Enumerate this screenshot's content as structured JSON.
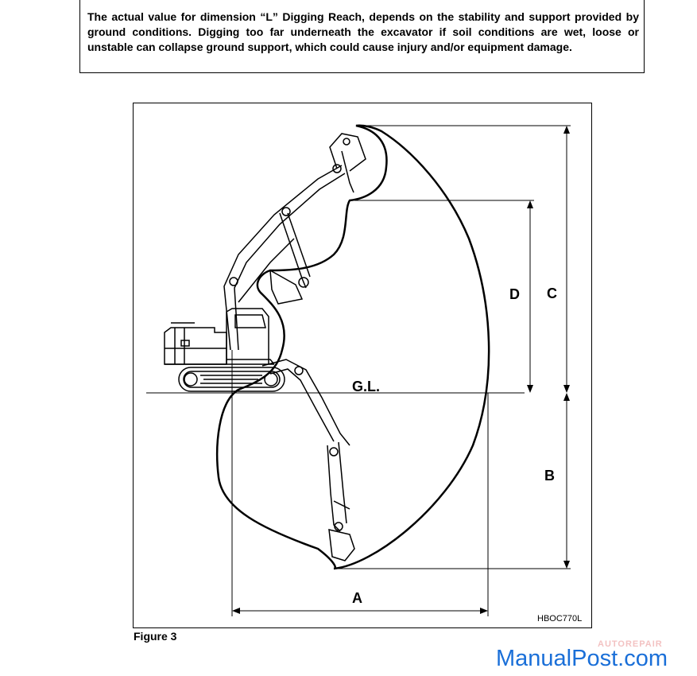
{
  "note": {
    "text": "The actual value for dimension “L” Digging Reach, depends on the stability and support provided by ground conditions. Digging too far underneath the excavator if soil conditions are wet, loose or unstable can collapse ground support, which could cause injury and/or equipment damage."
  },
  "figure": {
    "labels": {
      "ground_line": "G.L.",
      "dim_a": "A",
      "dim_b": "B",
      "dim_c": "C",
      "dim_d": "D"
    },
    "code": "HBOC770L",
    "caption": "Figure 3"
  },
  "watermark": {
    "small": "AUTOREPAIR",
    "large": "ManualPost.com"
  },
  "colors": {
    "line": "#000000",
    "watermark_blue": "#1a6fd8",
    "watermark_pink": "#f3c2c2"
  }
}
